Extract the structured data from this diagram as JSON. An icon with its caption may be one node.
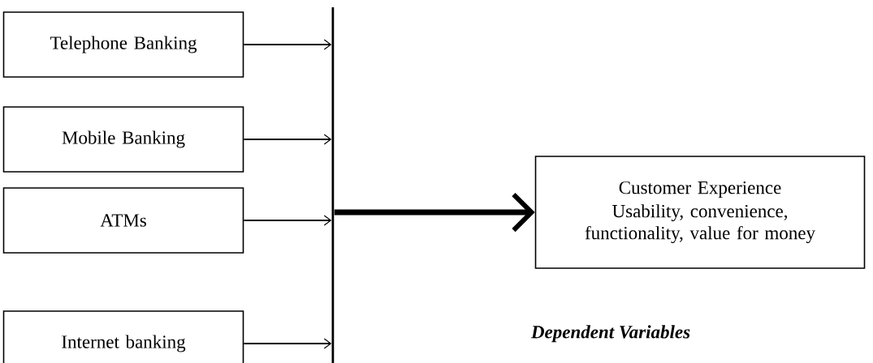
{
  "diagram": {
    "nodes": [
      {
        "text": [
          "Telephone Banking"
        ]
      },
      {
        "text": [
          "Mobile Banking"
        ]
      },
      {
        "text": [
          "ATMs"
        ]
      },
      {
        "text": [
          "Internet banking"
        ]
      },
      {
        "text": [],
        "shape": "bar"
      },
      {
        "text": [
          "Customer Experience",
          "Usability, convenience, functionality, value for money"
        ],
        "beside": [
          "Dependent Variables"
        ]
      }
    ],
    "edges": [
      {
        "from": 0,
        "to": 4,
        "arrow": "to"
      },
      {
        "from": 1,
        "to": 4,
        "arrow": "to"
      },
      {
        "from": 2,
        "to": 4,
        "arrow": "to"
      },
      {
        "from": 3,
        "to": 4,
        "arrow": "to"
      },
      {
        "from": 4,
        "to": 5,
        "arrow": "to",
        "style": "thick"
      }
    ]
  }
}
